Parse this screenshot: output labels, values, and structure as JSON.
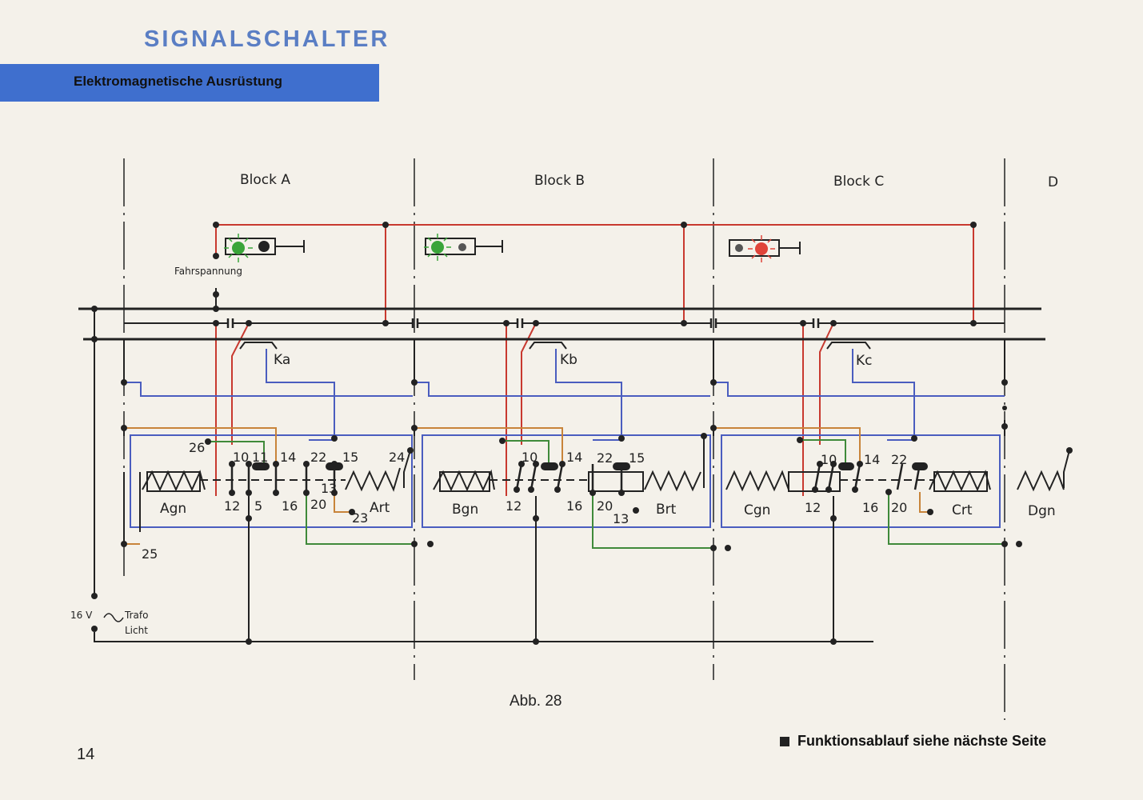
{
  "header": {
    "title": "SIGNALSCHALTER",
    "subtitle": "Elektromagnetische Ausrüstung"
  },
  "diagram": {
    "blocks": [
      "Block A",
      "Block B",
      "Block C",
      "D"
    ],
    "contact_rails": [
      "Ka",
      "Kb",
      "Kc"
    ],
    "supply_label": "Fahrspannung",
    "transformer": {
      "voltage": "16 V",
      "name": "Trafo",
      "use": "Licht"
    },
    "coils": [
      "Agn",
      "Art",
      "Bgn",
      "Brt",
      "Cgn",
      "Crt",
      "Dgn"
    ],
    "terminals": {
      "a": [
        "26",
        "10",
        "11",
        "14",
        "22",
        "15",
        "24",
        "12",
        "5",
        "16",
        "20",
        "13",
        "23",
        "25"
      ],
      "b": [
        "10",
        "14",
        "22",
        "15",
        "12",
        "16",
        "20",
        "13"
      ],
      "c": [
        "10",
        "14",
        "22",
        "12",
        "16",
        "20"
      ]
    },
    "signal_states": [
      "green",
      "green",
      "red"
    ],
    "colors": {
      "red_wire": "#c8392f",
      "blue_wire": "#4a5dbf",
      "green_wire": "#3f8a3a",
      "orange_wire": "#c8843a",
      "black_wire": "#222222",
      "banner": "#3f6fce",
      "title": "#5a7ec4"
    }
  },
  "caption": "Abb. 28",
  "page_number": "14",
  "footer_note": "Funktionsablauf siehe nächste Seite"
}
